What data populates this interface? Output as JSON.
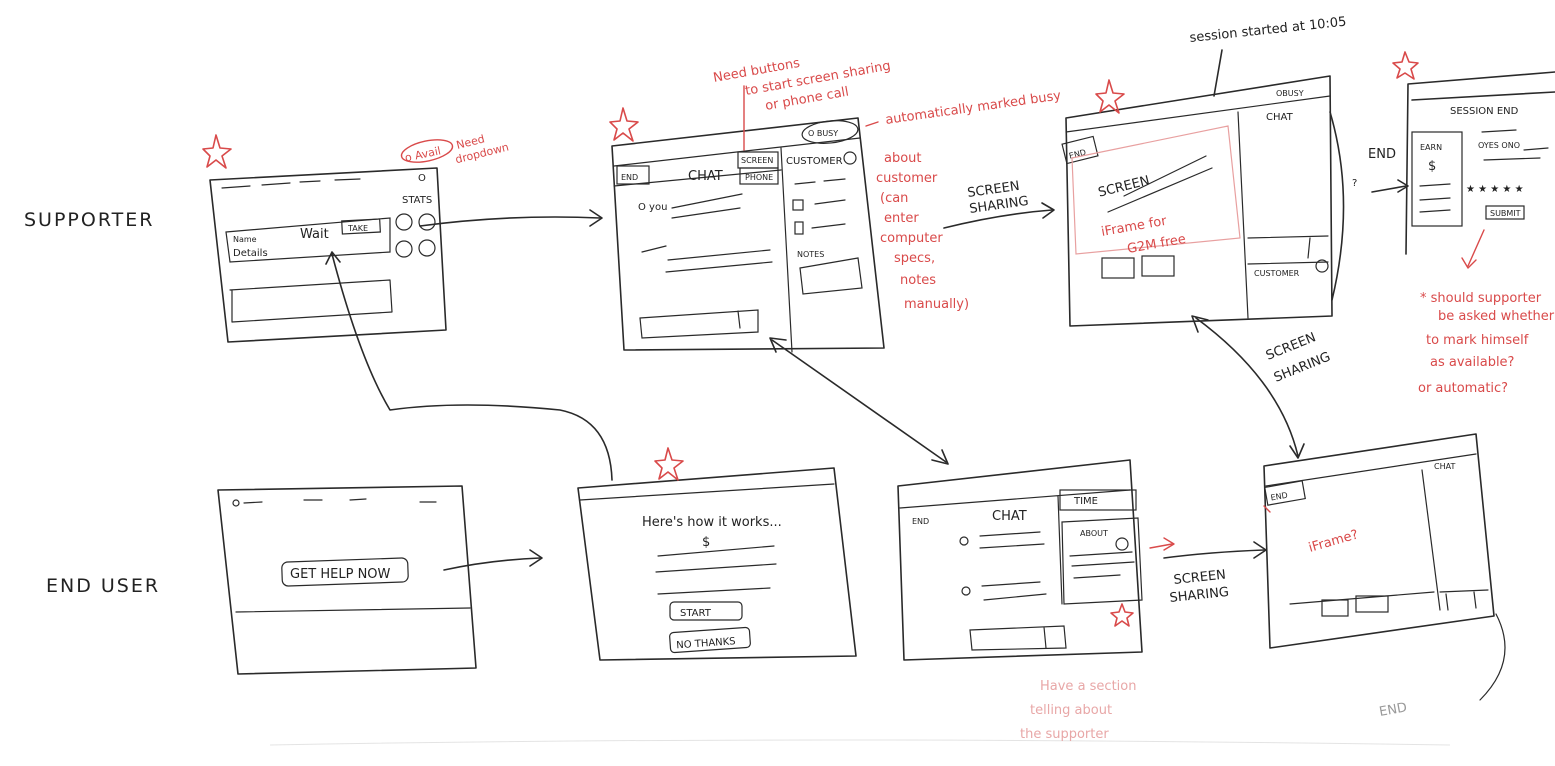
{
  "rows": {
    "supporter": "SUPPORTER",
    "end_user": "END USER"
  },
  "notes": {
    "avail_circle": "o Avail",
    "need_dropdown_1": "Need",
    "need_dropdown_2": "dropdown",
    "need_buttons_1": "Need buttons",
    "need_buttons_2": "to start screen sharing",
    "need_buttons_3": "or phone call",
    "auto_busy": "automatically marked busy",
    "about_customer": [
      "about",
      "customer",
      "(can",
      "enter",
      "computer",
      "specs,",
      "notes",
      "manually)"
    ],
    "session_started": "session started at 10:05",
    "should_supporter": [
      "* should supporter",
      "be asked whether",
      "to mark himself",
      "as available?",
      "or automatic?"
    ],
    "have_section": [
      "Have a section",
      "telling about",
      "the supporter"
    ]
  },
  "screens": {
    "dashboard": {
      "stats": "STATS",
      "wait": "Wait",
      "take": "TAKE",
      "name": "Name",
      "details": "Details",
      "o": "O"
    },
    "support_chat": {
      "busy": "O BUSY",
      "end": "END",
      "chat": "CHAT",
      "screen": "SCREEN",
      "phone": "PHONE",
      "customer": "CUSTOMER",
      "you": "O you",
      "notes": "NOTES"
    },
    "screen_share": {
      "busy": "OBUSY",
      "chat": "CHAT",
      "end": "END",
      "screen": "SCREEN",
      "iframe_1": "iFrame for",
      "iframe_2": "G2M free",
      "customer": "CUSTOMER"
    },
    "session_end": {
      "title": "SESSION END",
      "earn": "EARN",
      "dollar": "$",
      "yes_no": "OYES ONO",
      "stars": "★ ★ ★ ★ ★",
      "submit": "SUBMIT",
      "end_label": "END",
      "question": "?"
    },
    "get_help": {
      "button": "GET HELP NOW"
    },
    "how_it_works": {
      "title": "Here's how it works...",
      "dollar": "$",
      "start": "START",
      "no_thanks": "NO THANKS"
    },
    "user_chat": {
      "time": "TIME",
      "end": "END",
      "chat": "CHAT",
      "about": "ABOUT"
    },
    "user_screen": {
      "chat": "CHAT",
      "end": "END",
      "iframe": "iFrame?"
    }
  },
  "arrows": {
    "screen_sharing_top_1": "SCREEN",
    "screen_sharing_top_2": "SHARING",
    "screen_sharing_mid_1": "SCREEN",
    "screen_sharing_mid_2": "SHARING",
    "screen_sharing_bot_1": "SCREEN",
    "screen_sharing_bot_2": "SHARING",
    "end_bottom": "END"
  }
}
